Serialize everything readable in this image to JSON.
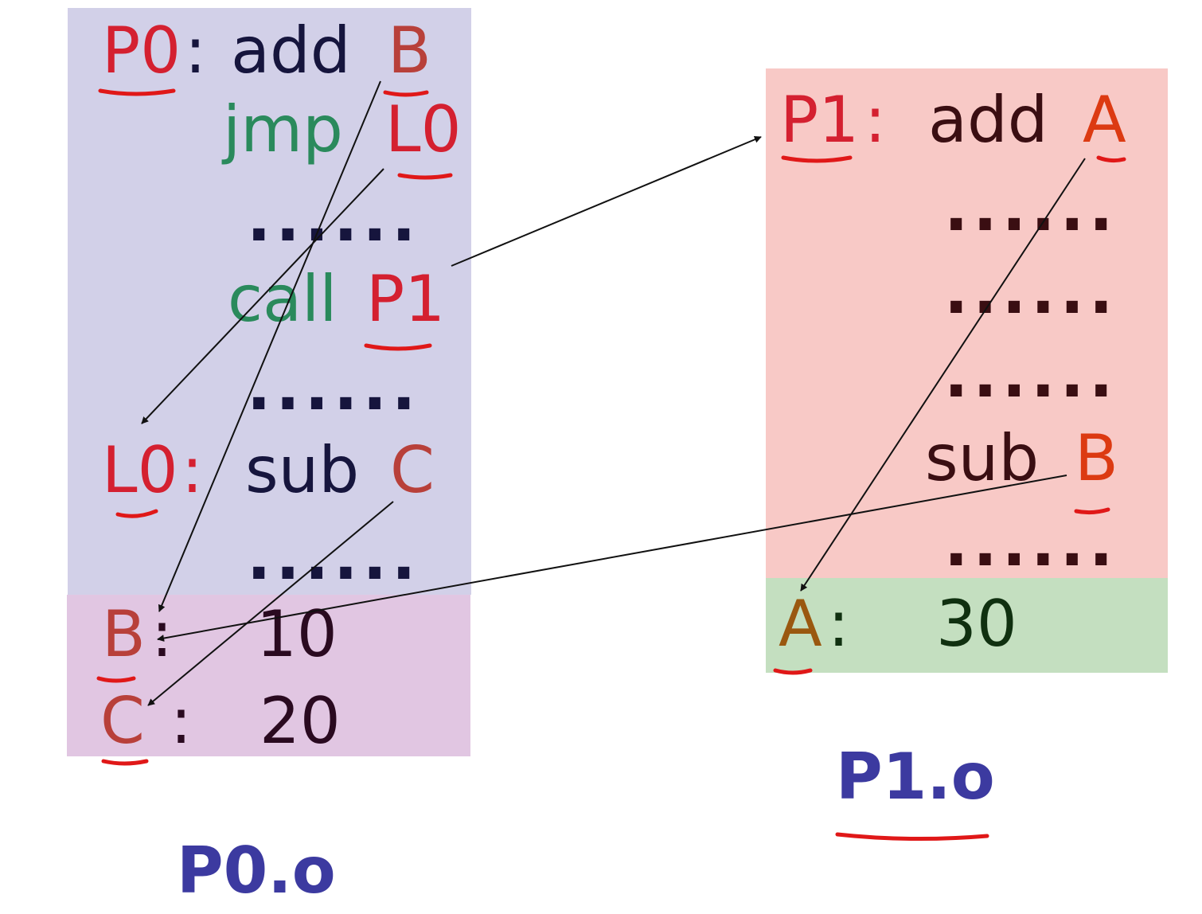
{
  "p0": {
    "module_label": "P0.o",
    "line1": {
      "label": "P0",
      "colon": ":",
      "op": "add",
      "arg": "B"
    },
    "line2": {
      "op": "jmp",
      "arg": "L0"
    },
    "line3": {
      "dots": "......"
    },
    "line4": {
      "op": "call",
      "arg": "P1"
    },
    "line5": {
      "dots": "......"
    },
    "line6": {
      "label": "L0",
      "colon": ":",
      "op": "sub",
      "arg": "C"
    },
    "line7": {
      "dots": "......"
    },
    "data_b": {
      "label": "B",
      "colon": ":",
      "value": "10"
    },
    "data_c": {
      "label": "C",
      "colon": ":",
      "value": "20"
    }
  },
  "p1": {
    "module_label": "P1.o",
    "line1": {
      "label": "P1",
      "colon": ":",
      "op": "add",
      "arg": "A"
    },
    "dots1": "......",
    "dots2": "......",
    "dots3": "......",
    "line5": {
      "op": "sub",
      "arg": "B"
    },
    "dots4": "......",
    "data_a": {
      "label": "A",
      "colon": ":",
      "value": "30"
    }
  },
  "colors": {
    "p0_code_bg": "#d2d0e8",
    "p0_data_bg": "#e1c6e2",
    "p1_code_bg": "#f8c9c6",
    "p1_data_bg": "#c4dfc0",
    "underline": "#e01818",
    "module_label": "#3c3aa0"
  }
}
